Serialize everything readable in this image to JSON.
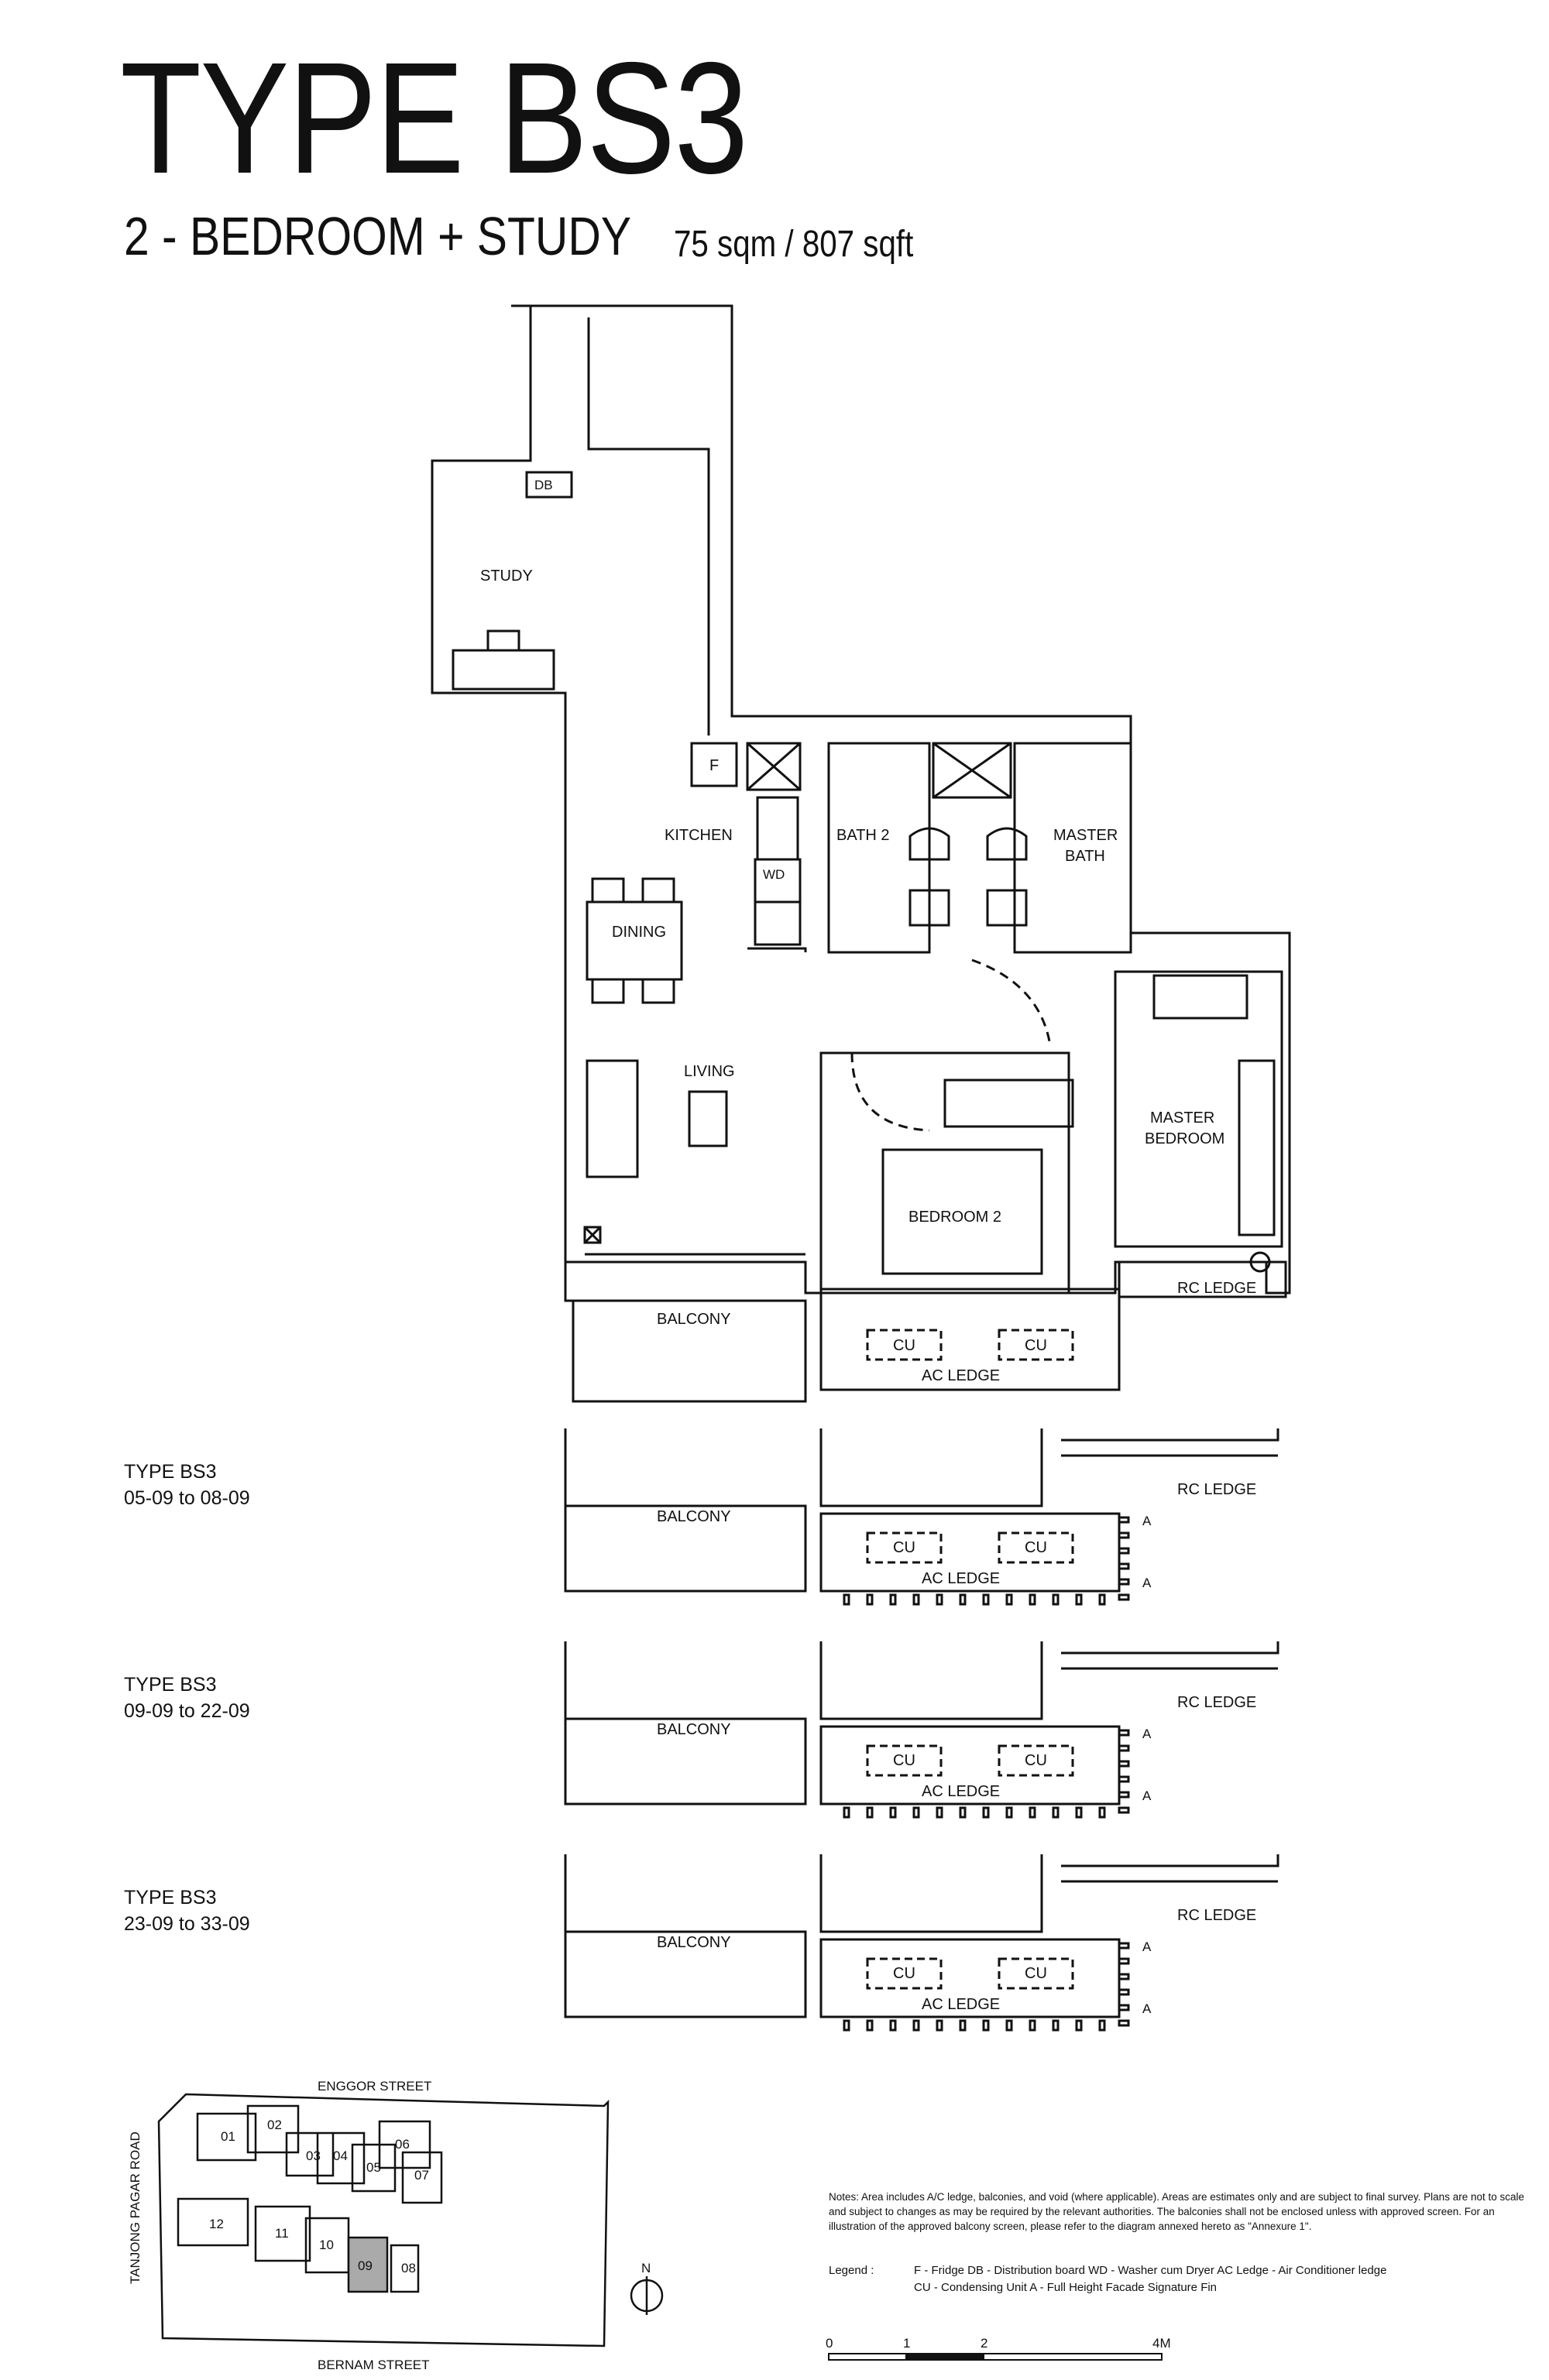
{
  "header": {
    "title": "TYPE BS3",
    "subtitle": "2 - BEDROOM + STUDY",
    "area": "75 sqm / 807 sqft"
  },
  "rooms": {
    "db": "DB",
    "study": "STUDY",
    "fridge": "F",
    "kitchen": "KITCHEN",
    "wd": "WD",
    "dining": "DINING",
    "living": "LIVING",
    "bath2": "BATH 2",
    "master_bath_1": "MASTER",
    "master_bath_2": "BATH",
    "master_bedroom_1": "MASTER",
    "master_bedroom_2": "BEDROOM",
    "bedroom2": "BEDROOM 2",
    "rc_ledge": "RC LEDGE",
    "balcony": "BALCONY",
    "cu": "CU",
    "ac_ledge": "AC LEDGE",
    "fin": "A"
  },
  "variants": [
    {
      "type": "TYPE BS3",
      "units": "05-09 to 08-09"
    },
    {
      "type": "TYPE BS3",
      "units": "09-09 to 22-09"
    },
    {
      "type": "TYPE BS3",
      "units": "23-09 to 33-09"
    }
  ],
  "site_plan": {
    "north_road": "ENGGOR STREET",
    "south_road": "BERNAM STREET",
    "west_road": "TANJONG PAGAR ROAD",
    "blocks": [
      "01",
      "02",
      "03",
      "04",
      "05",
      "06",
      "07",
      "08",
      "09",
      "10",
      "11",
      "12"
    ],
    "highlighted_block": "09",
    "north_label": "N"
  },
  "notes": "Notes: Area includes A/C ledge, balconies, and void (where applicable). Areas are estimates only and are subject to final survey. Plans are not to scale and subject to changes as may be required by the relevant authorities. The balconies shall not be enclosed unless with approved screen. For an illustration of the approved balcony screen, please refer to the diagram annexed hereto as \"Annexure 1\".",
  "legend": {
    "title": "Legend :",
    "items_row1": "F - Fridge      DB - Distribution board      WD - Washer cum Dryer      AC Ledge - Air Conditioner ledge",
    "items_row2": "CU - Condensing Unit      A - Full Height Facade Signature Fin"
  },
  "scale_bar": {
    "ticks": [
      "0",
      "1",
      "2",
      "4M"
    ]
  }
}
